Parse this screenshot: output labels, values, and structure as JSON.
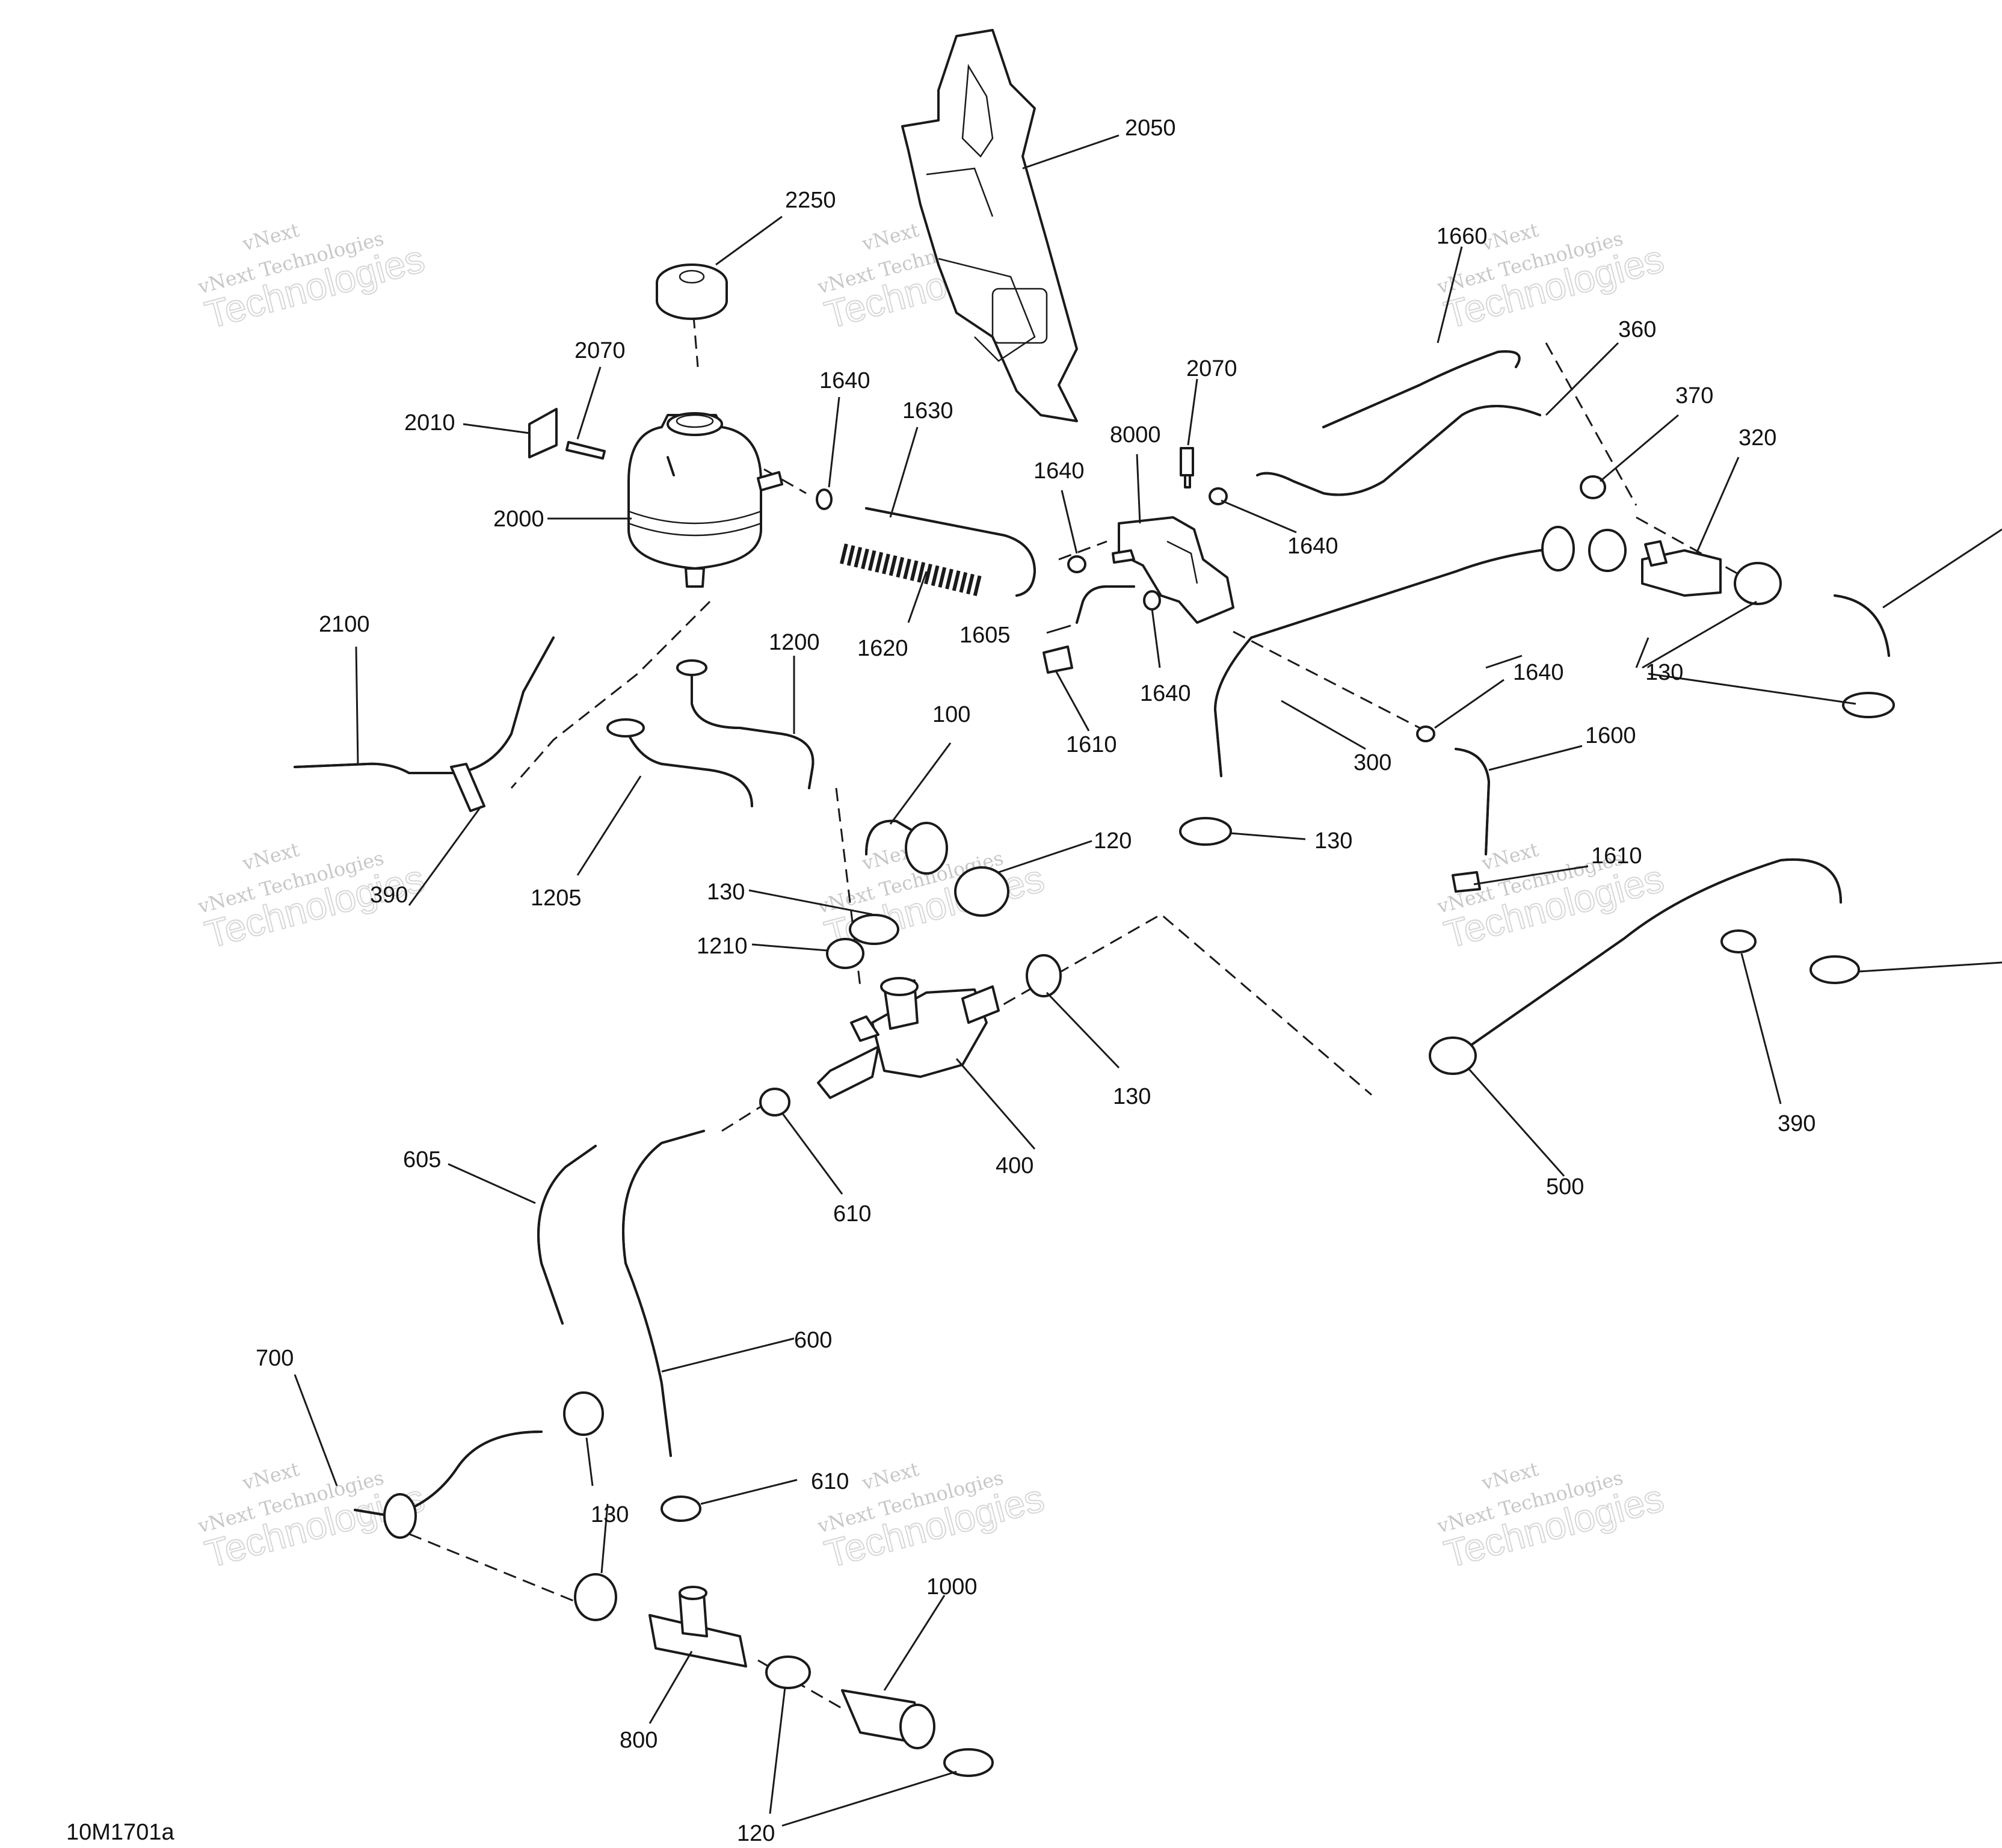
{
  "figure_id": "10M1701a",
  "watermark": {
    "line1": "vNext",
    "line2": "vNext Technologies",
    "line3": "Technologies"
  },
  "callouts": {
    "c2050": "2050",
    "c2250": "2250",
    "c1660": "1660",
    "c360": "360",
    "c370": "370",
    "c320": "320",
    "c2070a": "2070",
    "c2010": "2010",
    "c2000": "2000",
    "c1640a": "1640",
    "c1630": "1630",
    "c2070b": "2070",
    "c8000": "8000",
    "c1640b": "1640",
    "c1640c": "1640",
    "c1620": "1620",
    "c1605": "1605",
    "c1640d": "1640",
    "c1610a": "1610",
    "c2100": "2100",
    "c1200": "1200",
    "c100": "100",
    "c300": "300",
    "c130a": "130",
    "c1640e": "1640",
    "c1600": "1600",
    "c130b": "130",
    "c120a": "120",
    "c390a": "390",
    "c1205": "1205",
    "c130c": "130",
    "c1210": "1210",
    "c1610b": "1610",
    "c130d": "130",
    "c400": "400",
    "c390b": "390",
    "c500": "500",
    "c605": "605",
    "c610a": "610",
    "c600": "600",
    "c700": "700",
    "c610b": "610",
    "c130e": "130",
    "c1000": "1000",
    "c800": "800",
    "c120b": "120"
  }
}
